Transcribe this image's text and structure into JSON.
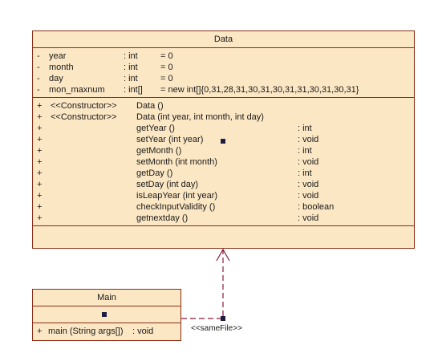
{
  "data_class": {
    "name": "Data",
    "attributes": [
      {
        "vis": "-",
        "name": "year",
        "type": ": int",
        "init": "= 0"
      },
      {
        "vis": "-",
        "name": "month",
        "type": ": int",
        "init": "= 0"
      },
      {
        "vis": "-",
        "name": "day",
        "type": ": int",
        "init": "= 0"
      },
      {
        "vis": "-",
        "name": "mon_maxnum",
        "type": ": int[]",
        "init": "= new int[]{0,31,28,31,30,31,30,31,31,30,31,30,31}"
      }
    ],
    "operations": [
      {
        "vis": "+",
        "stereo": "<<Constructor>>",
        "name": "Data ()",
        "ret": ""
      },
      {
        "vis": "+",
        "stereo": "<<Constructor>>",
        "name": "Data (int year, int month, int day)",
        "ret": ""
      },
      {
        "vis": "+",
        "stereo": "",
        "name": "getYear ()",
        "ret": ": int"
      },
      {
        "vis": "+",
        "stereo": "",
        "name": "setYear (int year)",
        "ret": ": void"
      },
      {
        "vis": "+",
        "stereo": "",
        "name": "getMonth ()",
        "ret": ": int"
      },
      {
        "vis": "+",
        "stereo": "",
        "name": "setMonth (int month)",
        "ret": ": void"
      },
      {
        "vis": "+",
        "stereo": "",
        "name": "getDay ()",
        "ret": ": int"
      },
      {
        "vis": "+",
        "stereo": "",
        "name": "setDay (int day)",
        "ret": ": void"
      },
      {
        "vis": "+",
        "stereo": "",
        "name": "isLeapYear (int year)",
        "ret": ": void"
      },
      {
        "vis": "+",
        "stereo": "",
        "name": "checkInputValidity ()",
        "ret": ": boolean"
      },
      {
        "vis": "+",
        "stereo": "",
        "name": "getnextday ()",
        "ret": ": void"
      }
    ]
  },
  "main_class": {
    "name": "Main",
    "operations": [
      {
        "vis": "+",
        "name": "main (String args[])",
        "ret": ": void"
      }
    ]
  },
  "dependency": {
    "label": "<<sameFile>>"
  },
  "colors": {
    "class_fill": "#fbe7c4",
    "class_border": "#8b2e16",
    "link": "#8b1a3a"
  }
}
